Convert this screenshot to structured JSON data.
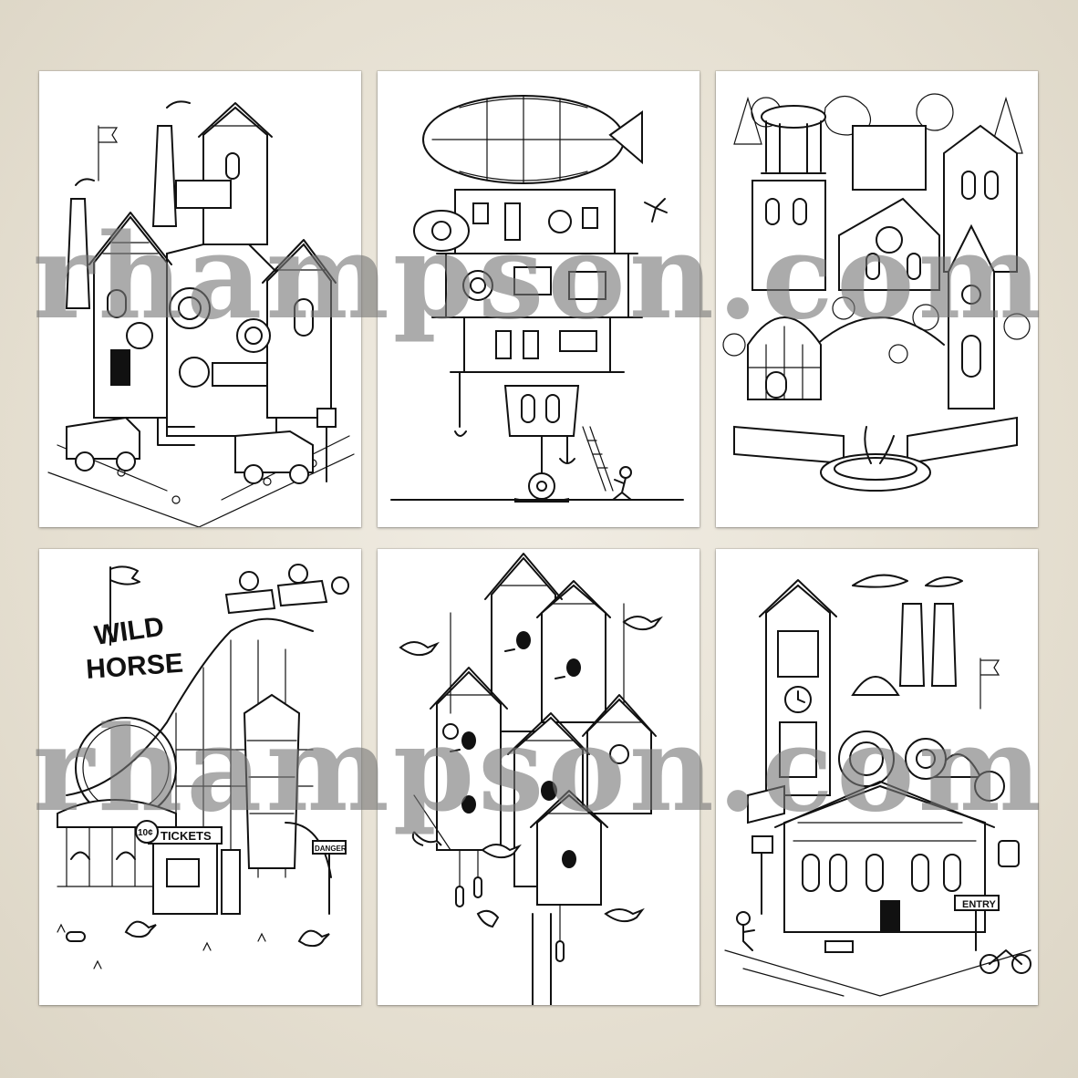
{
  "watermark": {
    "text": "rhampson.com"
  },
  "pages": [
    {
      "subject": "steampunk house with pipes and trucks"
    },
    {
      "subject": "airship house floating on a wheel"
    },
    {
      "subject": "garden of towers, domes and fountain"
    },
    {
      "subject": "roller coaster and carousel fairground",
      "signs": {
        "logo_line1": "WILD",
        "logo_line2": "HORSE",
        "price": "10¢",
        "tickets": "TICKETS",
        "danger": "DANGER"
      }
    },
    {
      "subject": "birdhouse tower with birds"
    },
    {
      "subject": "victorian clock tower building",
      "signs": {
        "entry": "ENTRY"
      }
    }
  ]
}
